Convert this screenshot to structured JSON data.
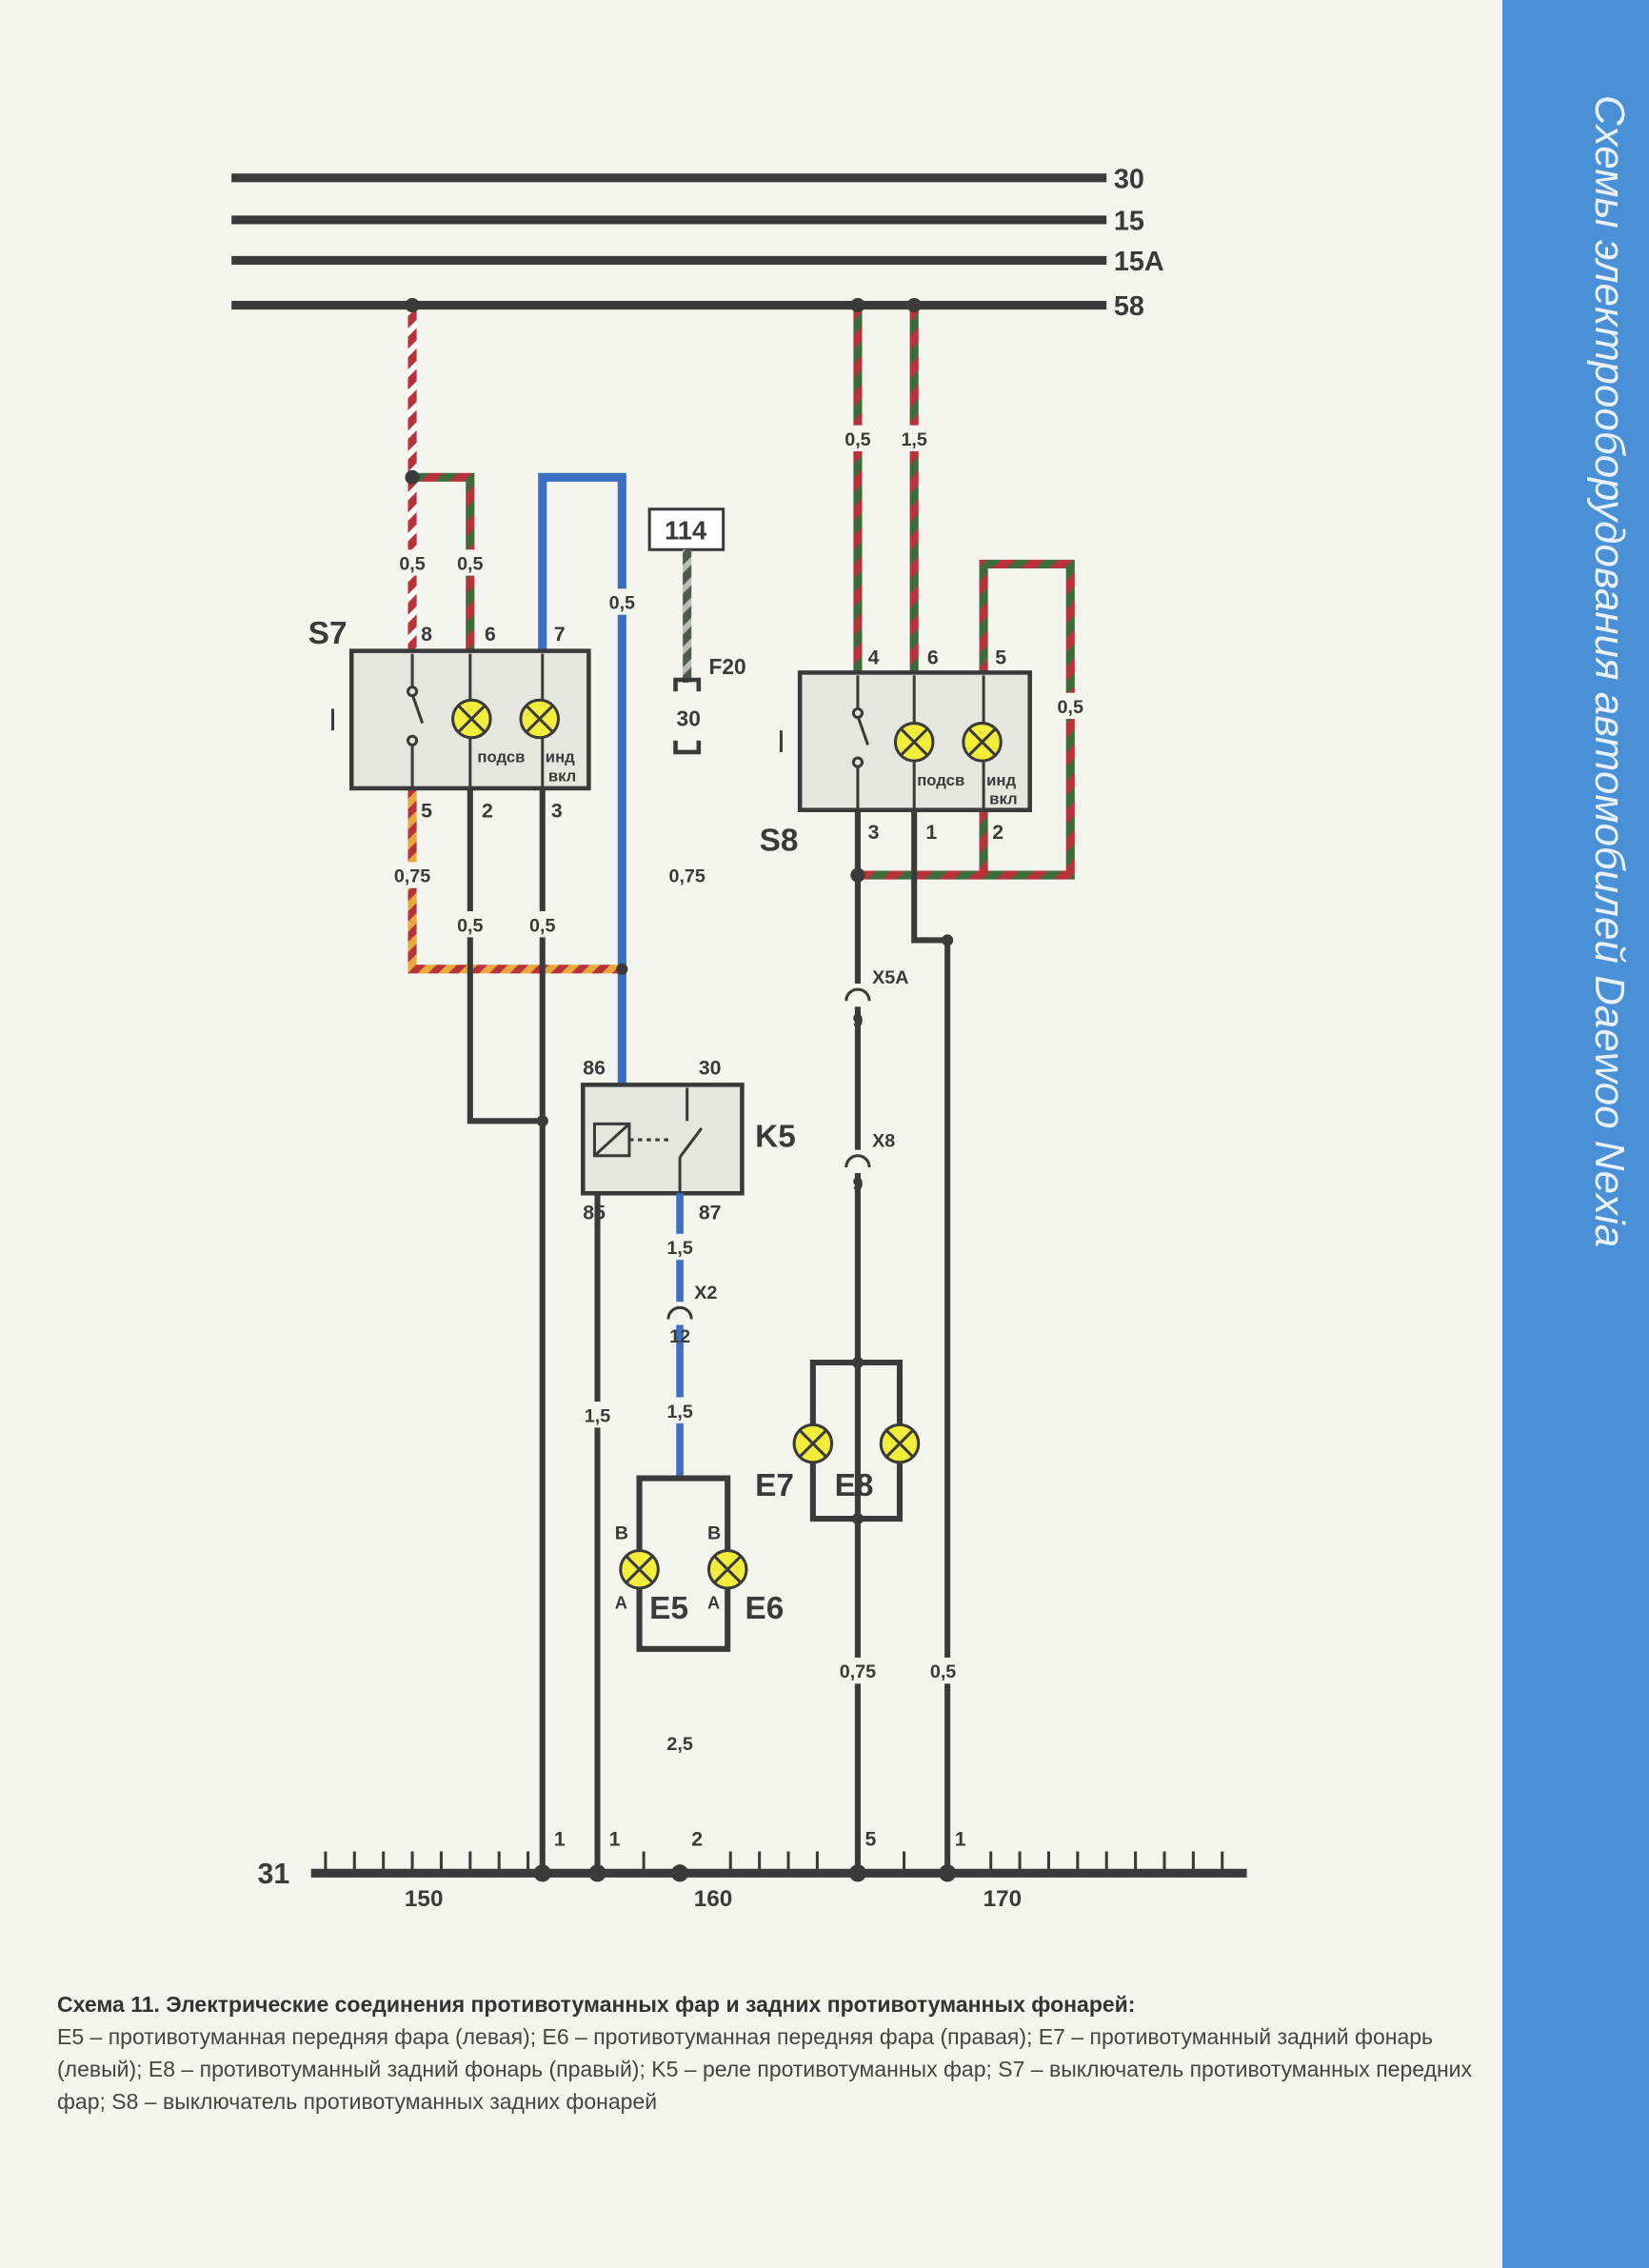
{
  "sidebar_title": "Схемы электрооборудования автомобилей Daewoo Nexia",
  "buses": {
    "b30": "30",
    "b15": "15",
    "b15a": "15A",
    "b58": "58",
    "ground": "31"
  },
  "components": {
    "s7": "S7",
    "s8": "S8",
    "k5": "K5",
    "e5": "E5",
    "e6": "E6",
    "e7": "E7",
    "e8": "E8",
    "fuse": "F20",
    "fuse_rating": "30",
    "block": "114",
    "lamp_backlight": "подсв",
    "lamp_ind1": "инд",
    "lamp_ind2": "вкл"
  },
  "pins": {
    "s7_top": [
      "8",
      "6",
      "7"
    ],
    "s7_bottom": [
      "5",
      "2",
      "3"
    ],
    "s8_top": [
      "4",
      "6",
      "5"
    ],
    "s8_bottom": [
      "3",
      "1",
      "2"
    ],
    "k5": [
      "86",
      "30",
      "85",
      "87"
    ],
    "lamp_b": "B",
    "lamp_a": "A",
    "ground_pins": [
      "1",
      "1",
      "2",
      "5",
      "1"
    ]
  },
  "connectors": {
    "x5a": "X5A",
    "x5a_pin": "9",
    "x8": "X8",
    "x8_pin": "9",
    "x2": "X2",
    "x2_pin": "12"
  },
  "wire_sizes": {
    "s7_in1": "0,5",
    "s7_in2": "0,5",
    "blue": "0,5",
    "s7_out5": "0,75",
    "s7_out2": "0,5",
    "s7_out3": "0,5",
    "fuse_wire": "0,75",
    "s8_in1": "0,5",
    "s8_in2": "1,5",
    "s8_loop": "0,5",
    "k5_87a": "1,5",
    "k5_87b": "1,5",
    "k5_85": "1,5",
    "e5_gnd": "2,5",
    "e8_gnd": "0,75",
    "s8_gnd": "0,5"
  },
  "scale": [
    "150",
    "160",
    "170"
  ],
  "caption": {
    "title": "Схема 11. Электрические соединения противотуманных фар и задних противотуманных фонарей:",
    "body": "E5 – противотуманная передняя фара (левая); E6 – противотуманная передняя фара (правая); E7 – противотуманный задний фонарь (левый); E8 – противотуманный задний фонарь (правый); K5 – реле противотуманных фар; S7 – выключатель противотуманных передних фар; S8 – выключатель противотуманных задних фонарей"
  },
  "colors": {
    "sidebar": "#4a90d6",
    "wire_red": "#b8323a",
    "wire_green": "#3d6b3c",
    "wire_blue": "#3a6fc4",
    "lamp": "#f2ec3a"
  }
}
